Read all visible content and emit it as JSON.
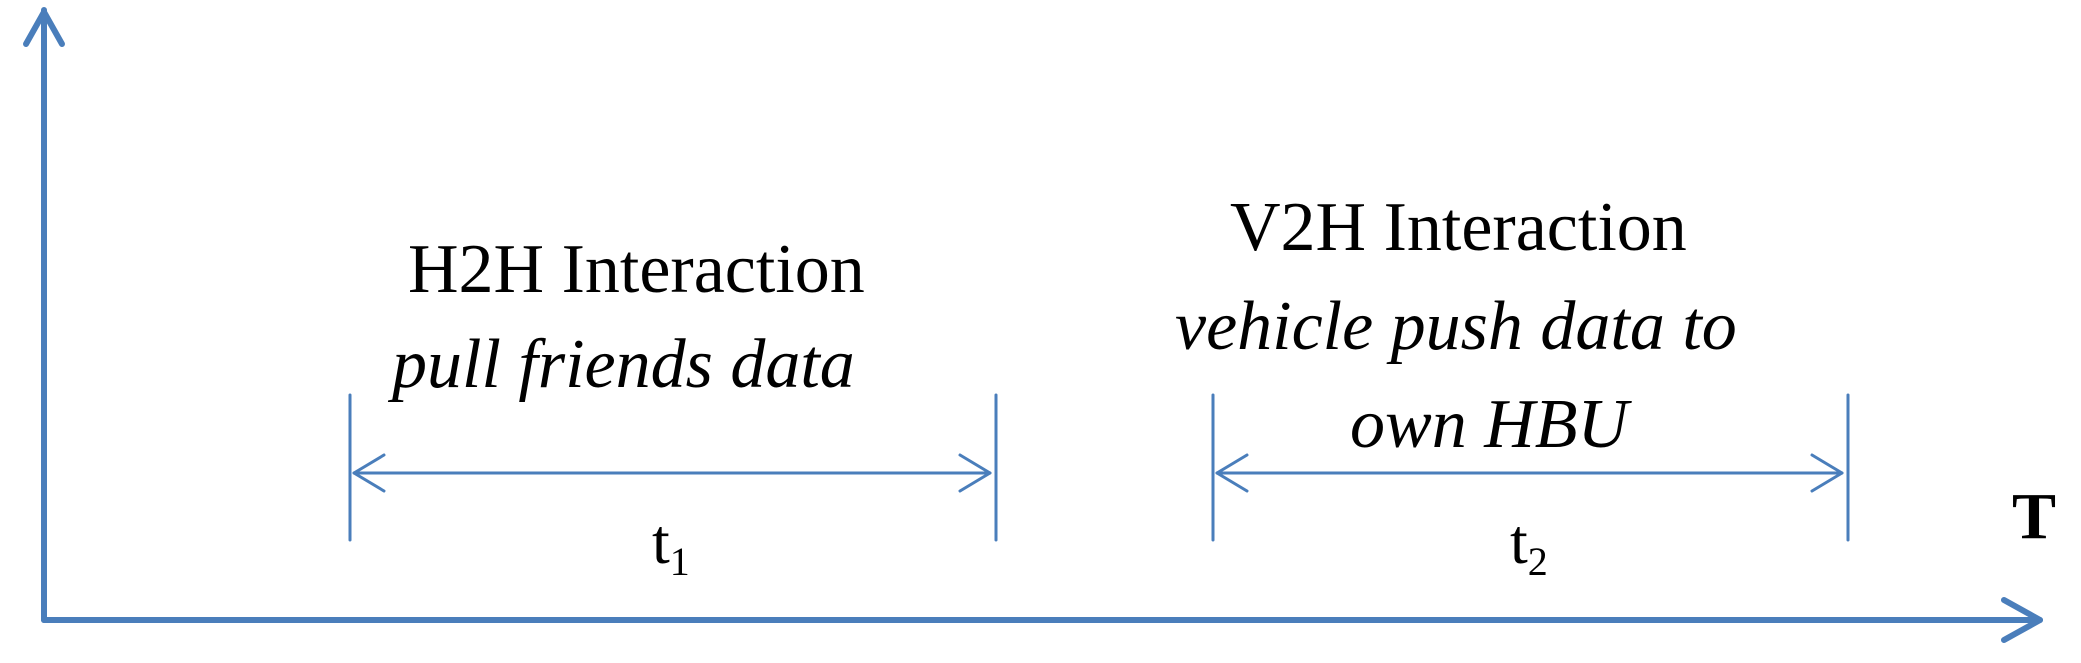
{
  "axis": {
    "x_label": "T",
    "color": "#4A7EBB"
  },
  "intervals": [
    {
      "title": "H2H Interaction",
      "description_lines": [
        "pull friends data"
      ],
      "time_symbol": "t",
      "time_subscript": "1"
    },
    {
      "title": "V2H Interaction",
      "description_lines": [
        "vehicle push data to",
        "own HBU"
      ],
      "time_symbol": "t",
      "time_subscript": "2"
    }
  ]
}
